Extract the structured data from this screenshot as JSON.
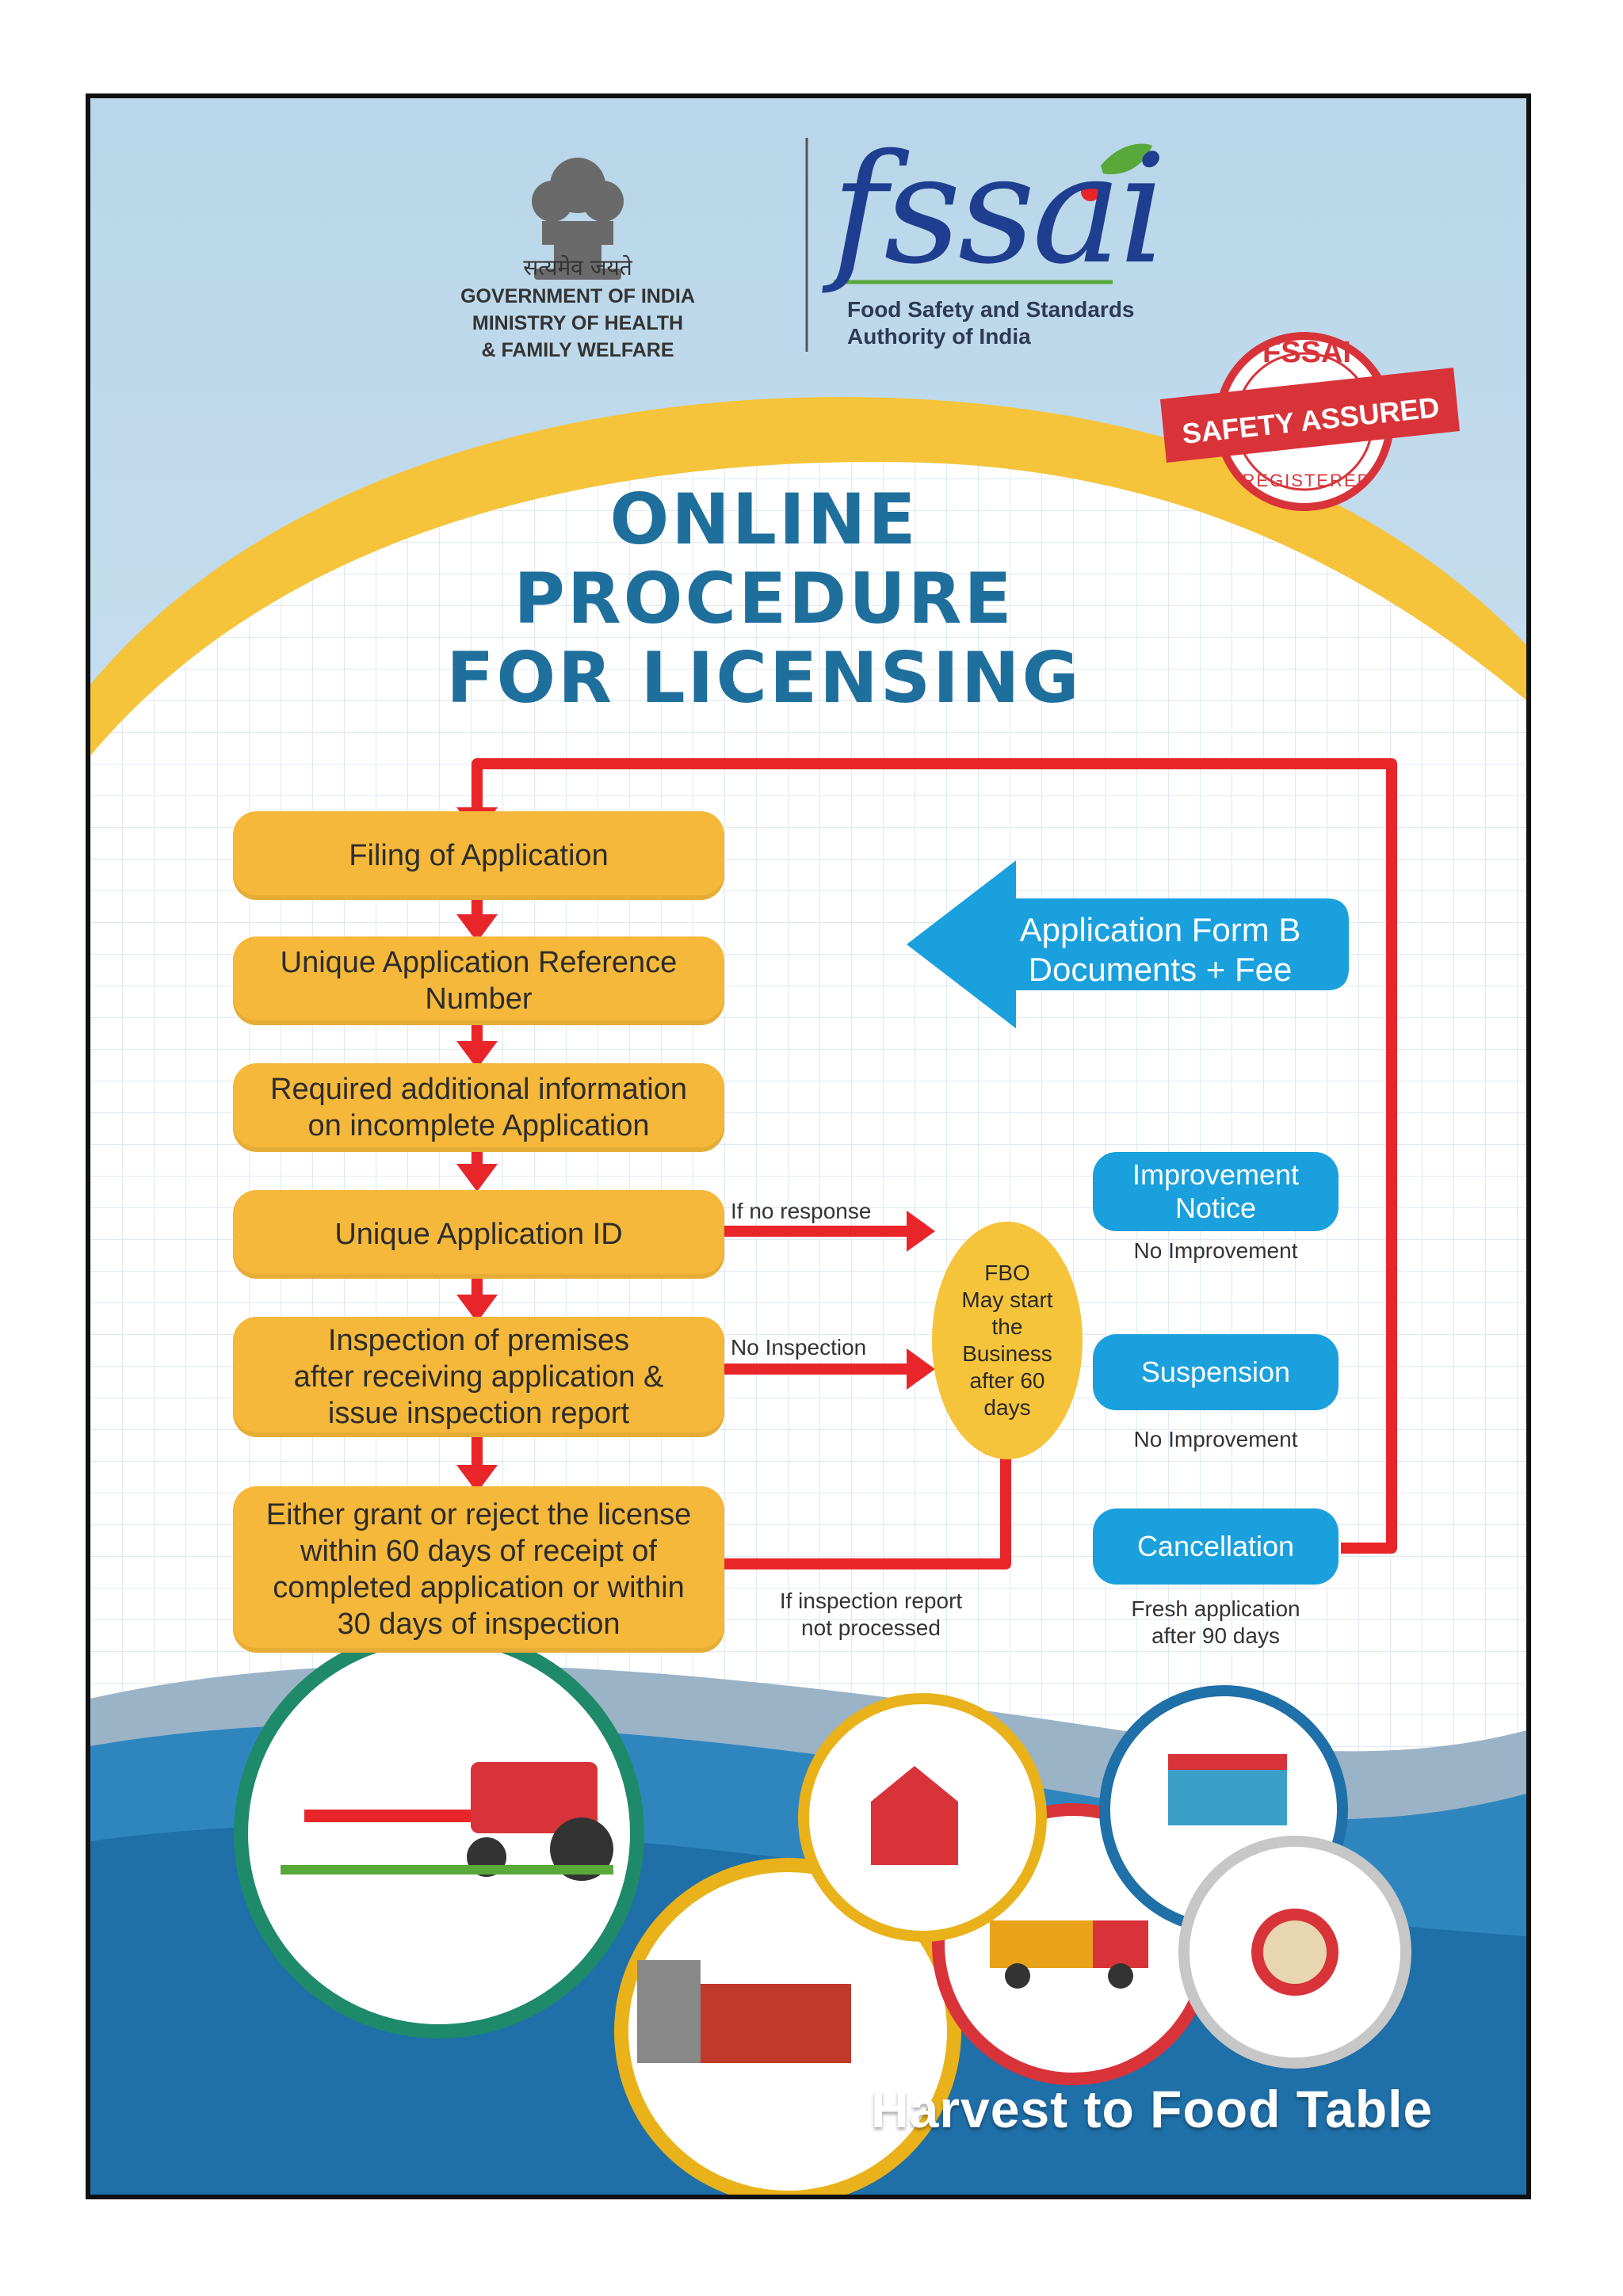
{
  "header": {
    "motto": "सत्यमेव जयते",
    "gov_line1": "GOVERNMENT OF INDIA",
    "gov_line2": "MINISTRY OF HEALTH",
    "gov_line3": "& FAMILY WELFARE",
    "fssai_logo": "fssai",
    "fssai_line1": "Food Safety and Standards",
    "fssai_line2": "Authority of India"
  },
  "stamp": {
    "top": "FSSAI",
    "middle": "SAFETY ASSURED",
    "bottom": "REGISTERED"
  },
  "title": {
    "line1": "ONLINE",
    "line2": "PROCEDURE",
    "line3": "FOR LICENSING"
  },
  "steps": [
    {
      "line1": "Filing of Application"
    },
    {
      "line1": "Unique Application Reference",
      "line2": "Number"
    },
    {
      "line1": "Required additional information",
      "line2": "on incomplete Application"
    },
    {
      "line1": "Unique Application ID"
    },
    {
      "line1": "Inspection of premises",
      "line2": "after receiving application &",
      "line3": "issue inspection report"
    },
    {
      "line1": "Either grant or reject the license",
      "line2": "within 60 days of receipt of",
      "line3": "completed application or within",
      "line4": "30 days of inspection"
    }
  ],
  "application_form": {
    "line1": "Application Form B",
    "line2": "Documents + Fee"
  },
  "flow_labels": {
    "no_response": "If no response",
    "no_inspection": "No Inspection",
    "report_line1": "If inspection report",
    "report_line2": "not processed"
  },
  "fbo": {
    "line1": "FBO",
    "line2": "May start",
    "line3": "the",
    "line4": "Business",
    "line5": "after 60",
    "line6": "days"
  },
  "actions": {
    "improvement_line1": "Improvement",
    "improvement_line2": "Notice",
    "no_improvement_1": "No Improvement",
    "suspension": "Suspension",
    "no_improvement_2": "No Improvement",
    "cancellation": "Cancellation",
    "fresh_line1": "Fresh application",
    "fresh_line2": "after 90 days"
  },
  "footer": {
    "tagline": "Harvest to Food Table"
  },
  "colors": {
    "step_fill": "#f5b83a",
    "blue_pill": "#1aa0dc",
    "arrow_red": "#e8262a",
    "title_blue": "#1f6f9d",
    "accent_yellow": "#f6c43a"
  }
}
